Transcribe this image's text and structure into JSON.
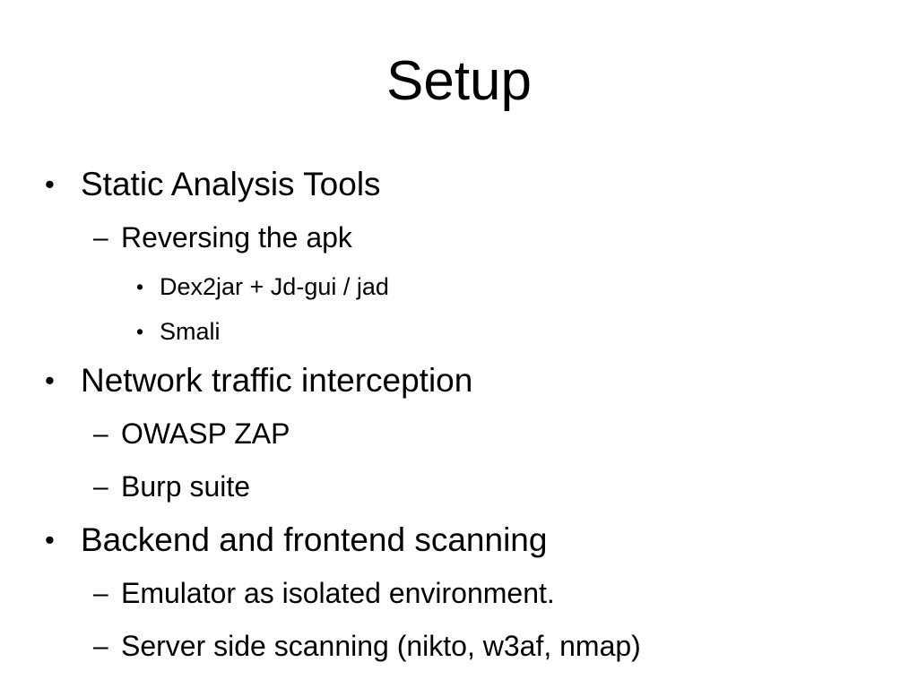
{
  "slide": {
    "title": "Setup",
    "background_color": "#ffffff",
    "text_color": "#000000",
    "markers": {
      "level1": "•",
      "level2": "–",
      "level3": "•"
    },
    "bullets": [
      {
        "level": 1,
        "text": "Static Analysis Tools"
      },
      {
        "level": 2,
        "text": "Reversing the apk"
      },
      {
        "level": 3,
        "text": "Dex2jar + Jd-gui / jad"
      },
      {
        "level": 3,
        "text": "Smali"
      },
      {
        "level": 1,
        "text": "Network traffic interception"
      },
      {
        "level": 2,
        "text": "OWASP ZAP"
      },
      {
        "level": 2,
        "text": "Burp suite"
      },
      {
        "level": 1,
        "text": "Backend and frontend scanning"
      },
      {
        "level": 2,
        "text": "Emulator as isolated environment."
      },
      {
        "level": 2,
        "text": "Server side scanning (nikto, w3af, nmap)"
      }
    ]
  }
}
